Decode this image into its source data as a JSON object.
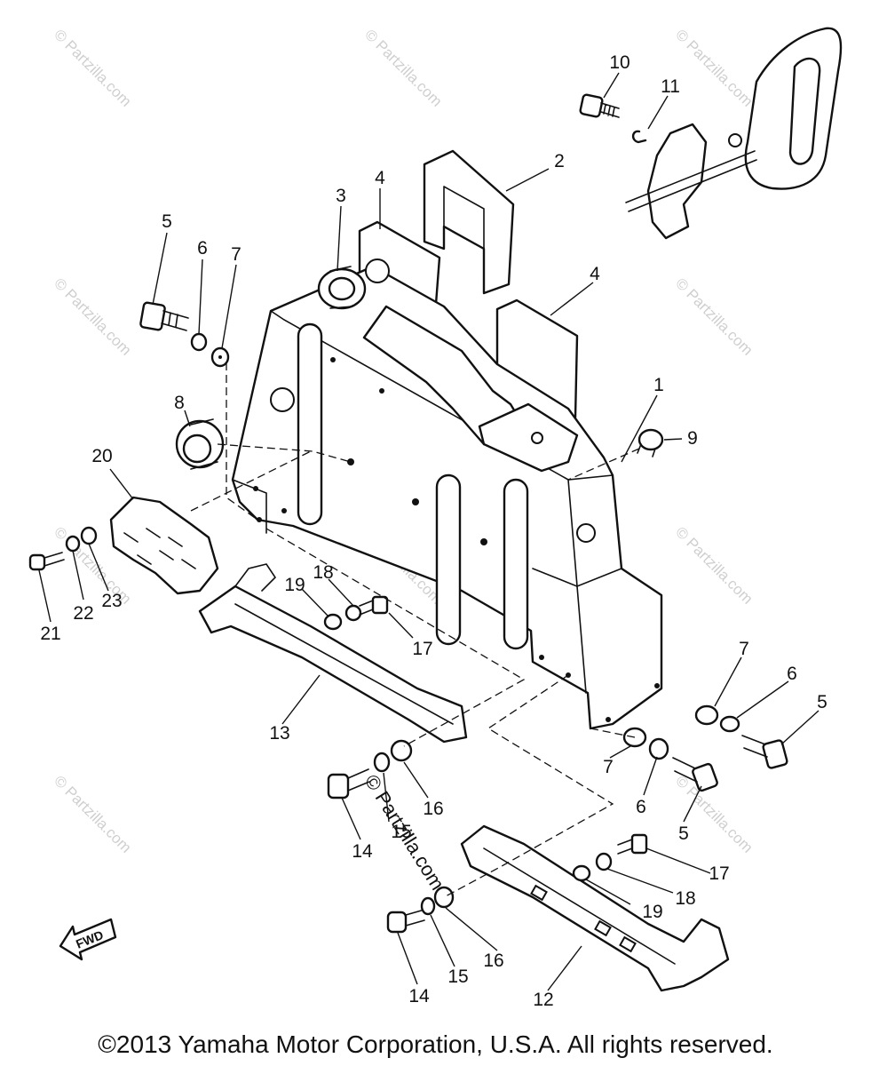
{
  "watermark": {
    "text": "© Partzilla.com",
    "center_text": "© Partzilla.com"
  },
  "fwd_label": "FWD",
  "copyright": "©2013 Yamaha Motor Corporation, U.S.A. All rights reserved.",
  "callouts": {
    "c1": "1",
    "c2": "2",
    "c3": "3",
    "c4a": "4",
    "c4b": "4",
    "c5a": "5",
    "c5b": "5",
    "c5c": "5",
    "c6a": "6",
    "c6b": "6",
    "c6c": "6",
    "c7a": "7",
    "c7b": "7",
    "c7c": "7",
    "c8": "8",
    "c9": "9",
    "c10": "10",
    "c11": "11",
    "c12": "12",
    "c13": "13",
    "c14a": "14",
    "c14b": "14",
    "c15a": "15",
    "c15b": "15",
    "c16a": "16",
    "c16b": "16",
    "c17a": "17",
    "c17b": "17",
    "c18a": "18",
    "c18b": "18",
    "c19a": "19",
    "c19b": "19",
    "c20": "20",
    "c21": "21",
    "c22": "22",
    "c23": "23"
  }
}
